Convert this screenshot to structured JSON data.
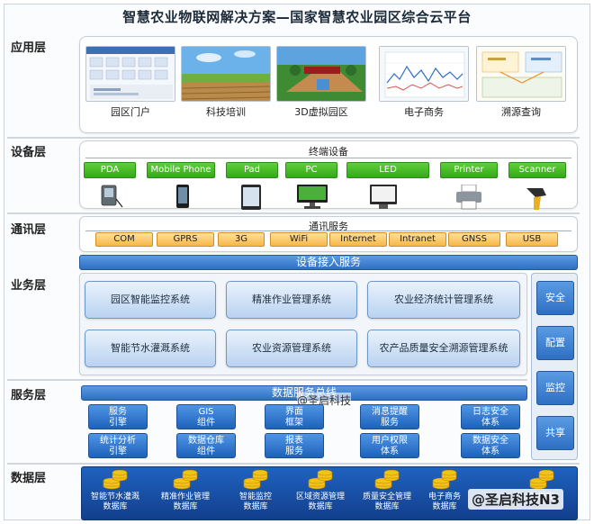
{
  "title": "智慧农业物联网解决方案—国家智慧农业园区综合云平台",
  "layers": {
    "app": "应用层",
    "device": "设备层",
    "comm": "通讯层",
    "business": "业务层",
    "service": "服务层",
    "data": "数据层"
  },
  "app_items": [
    "园区门户",
    "科技培训",
    "3D虚拟园区",
    "电子商务",
    "溯源查询"
  ],
  "device": {
    "subtitle": "终端设备",
    "items": [
      "PDA",
      "Mobile Phone",
      "Pad",
      "PC",
      "LED",
      "Printer",
      "Scanner"
    ]
  },
  "comm": {
    "subtitle": "通讯服务",
    "items": [
      "COM",
      "GPRS",
      "3G",
      "WiFi",
      "Internet",
      "Intranet",
      "GNSS",
      "USB"
    ],
    "access_bar": "设备接入服务"
  },
  "business": {
    "row1": [
      "园区智能监控系统",
      "精准作业管理系统",
      "农业经济统计管理系统"
    ],
    "row2": [
      "智能节水灌溉系统",
      "农业资源管理系统",
      "农产品质量安全溯源管理系统"
    ]
  },
  "side": [
    "安全",
    "配置",
    "监控",
    "共享"
  ],
  "service": {
    "bus": "数据服务总线",
    "row1": [
      [
        "服务",
        "引擎"
      ],
      [
        "GIS",
        "组件"
      ],
      [
        "界面",
        "框架"
      ],
      [
        "消息提醒",
        "服务"
      ],
      [
        "日志安全",
        "体系"
      ]
    ],
    "row2": [
      [
        "统计分析",
        "引擎"
      ],
      [
        "数据仓库",
        "组件"
      ],
      [
        "报表",
        "服务"
      ],
      [
        "用户权限",
        "体系"
      ],
      [
        "数据安全",
        "体系"
      ]
    ]
  },
  "data_items": [
    [
      "智能节水灌溉",
      "数据库"
    ],
    [
      "精准作业管理",
      "数据库"
    ],
    [
      "智能监控",
      "数据库"
    ],
    [
      "区域资源管理",
      "数据库"
    ],
    [
      "质量安全管理",
      "数据库"
    ],
    [
      "电子商务",
      "数据库"
    ],
    [
      "",
      "数据库"
    ]
  ],
  "watermark": "@圣启科技N3",
  "overlay_text": "@圣启科技",
  "colors": {
    "green_chip": "#34a81a",
    "orange_chip": "#f7b648",
    "blue_bar": "#2f6fc3",
    "data_panel": "#1f62c0"
  }
}
